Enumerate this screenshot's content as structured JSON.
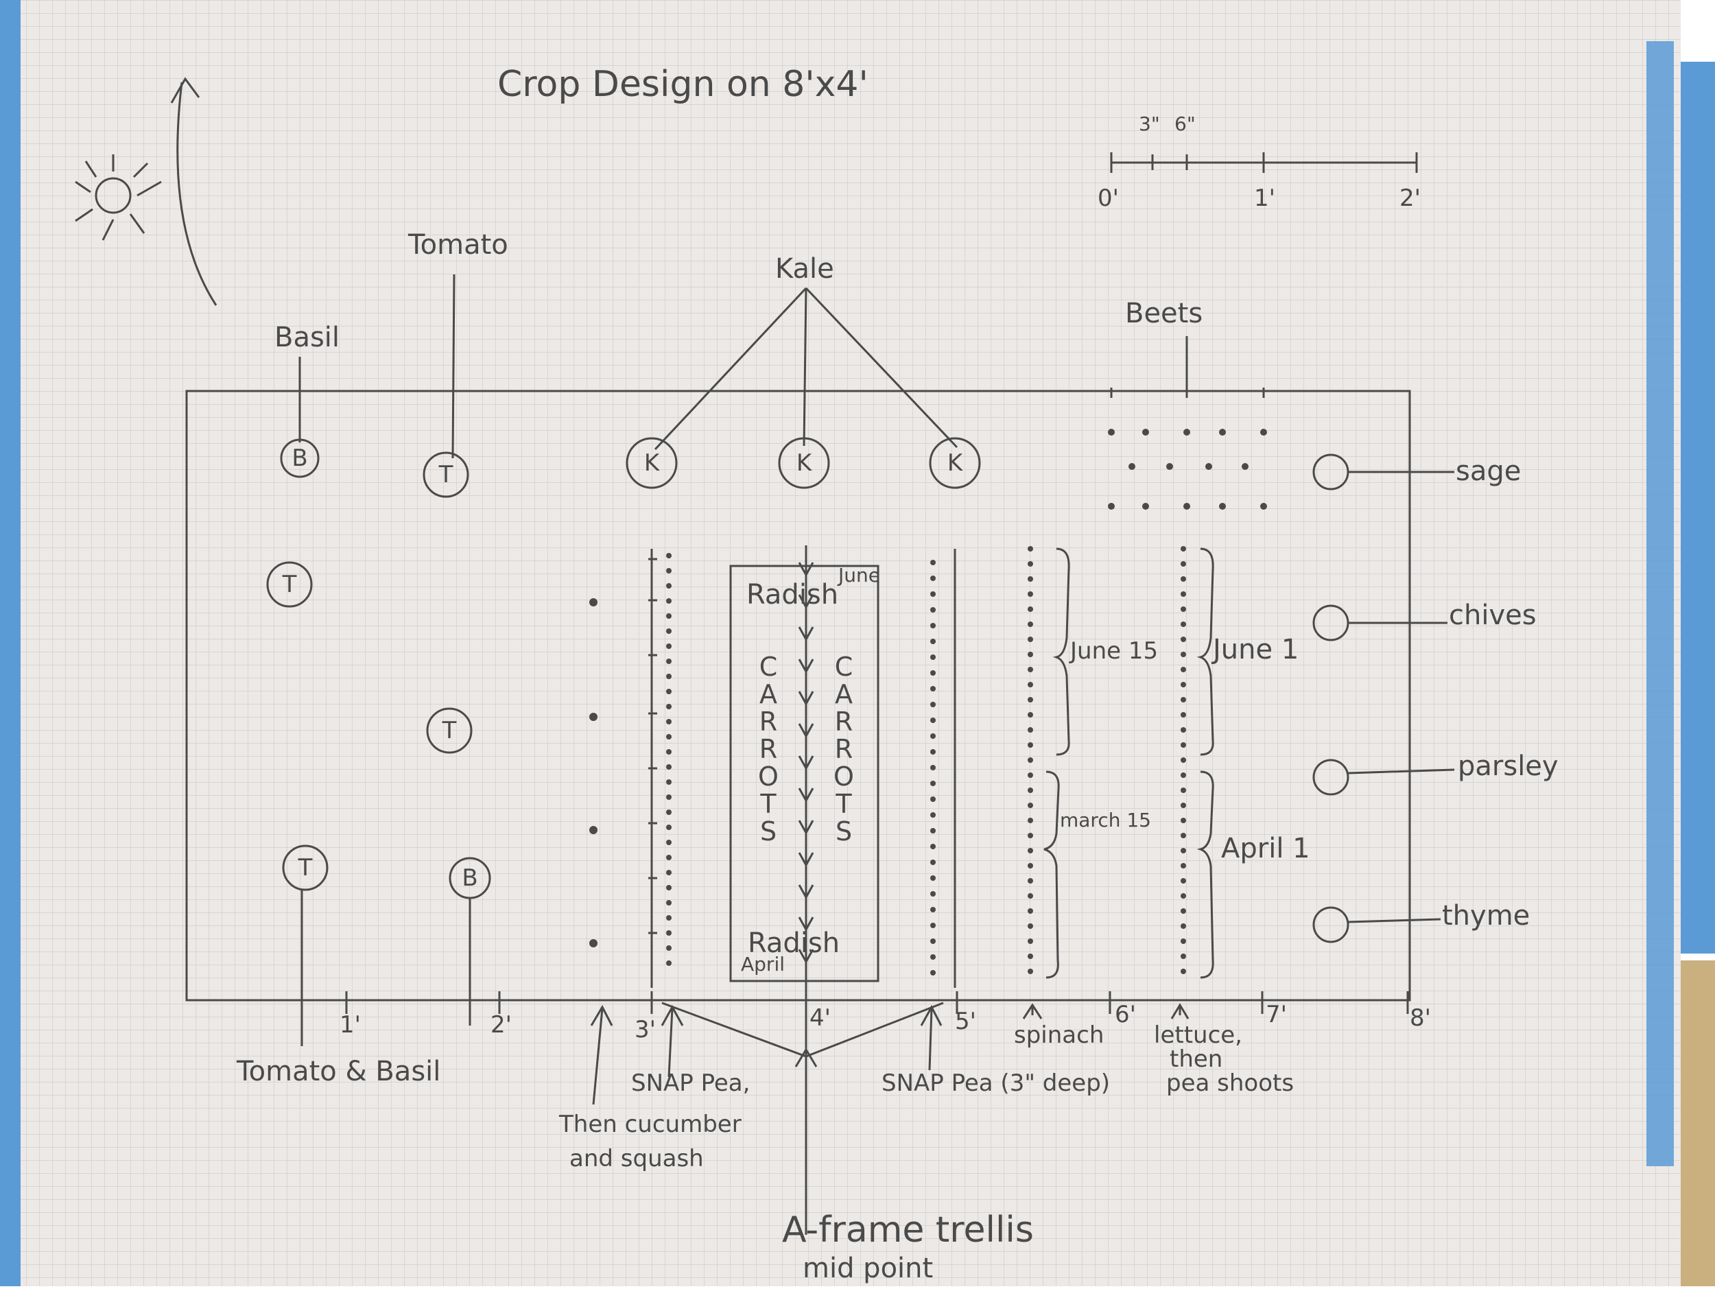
{
  "title": "Crop Design on 8'x4'",
  "scale_bar": {
    "minor_labels": [
      "3\"",
      "6\""
    ],
    "major_labels": [
      "0'",
      "1'",
      "2'"
    ]
  },
  "top_labels": {
    "tomato": "Tomato",
    "basil": "Basil",
    "kale": "Kale",
    "beets": "Beets"
  },
  "plant_markers": {
    "basil": "B",
    "tomato": "T",
    "kale": "K"
  },
  "herbs": [
    "sage",
    "chives",
    "parsley",
    "thyme"
  ],
  "bed_box": {
    "radish_top": "Radish",
    "radish_top_date": "June",
    "carrots_left": "CARROTS",
    "carrots_right": "CARROTS",
    "radish_bottom": "Radish",
    "radish_bottom_date": "April"
  },
  "succession_labels": {
    "spinach_top": "June 15",
    "spinach_bottom": "march 15",
    "lettuce_top": "June 1",
    "lettuce_bottom": "April 1"
  },
  "foot_marks": [
    "1'",
    "2'",
    "3'",
    "4'",
    "5'",
    "6'",
    "7'",
    "8'"
  ],
  "bottom_labels": {
    "tomato_basil": "Tomato & Basil",
    "snap_pea_left": "SNAP Pea,",
    "then_cucumber_1": "Then cucumber",
    "then_cucumber_2": "and squash",
    "snap_pea_right": "SNAP Pea (3\" deep)",
    "spinach": "spinach",
    "lettuce_1": "lettuce,",
    "lettuce_2": "then",
    "lettuce_3": "pea shoots",
    "trellis_1": "A-frame trellis",
    "trellis_2": "mid point"
  },
  "colors": {
    "tape": "#5b9bd5",
    "paper": "#ece9e6",
    "grid": "#c9c9cf",
    "pencil": "#4a4a4a"
  }
}
